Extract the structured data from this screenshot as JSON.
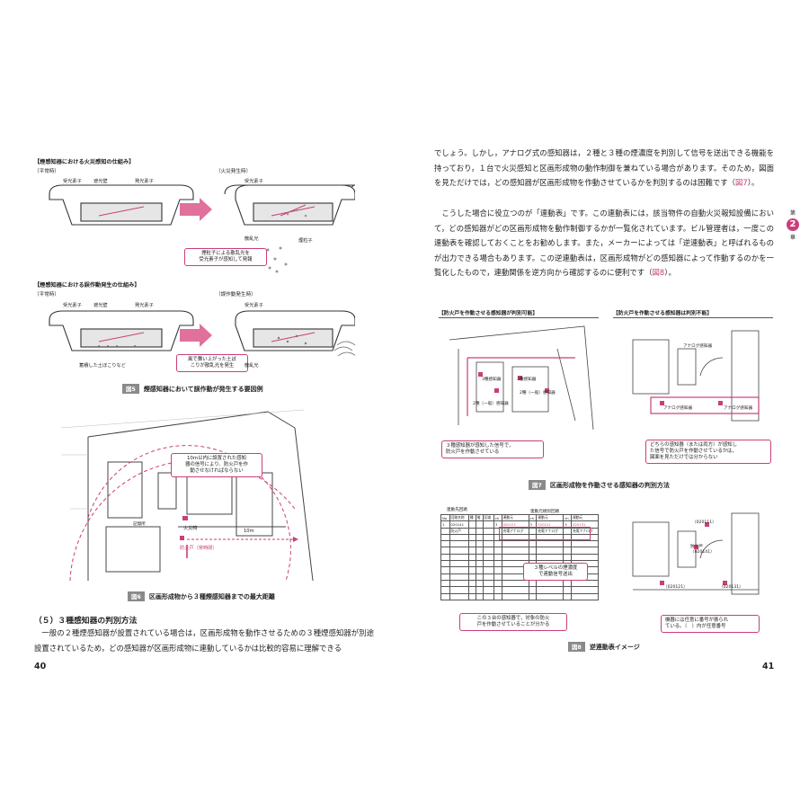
{
  "left_page": {
    "section1_title": "【煙感知器における火災感知の仕組み】",
    "normal_label": "（平常時）",
    "fire_label": "（火災発生時）",
    "labels_row1": [
      "受光素子",
      "遮光壁",
      "発光素子"
    ],
    "label_receiver": "受光素子",
    "label_scatter": "散乱光",
    "label_smoke": "煙粒子",
    "callout1": "煙粒子による散乱光を\n受光素子が感知して発報",
    "section2_title": "【煙感知器における誤作動発生の仕組み】",
    "normal_label2": "（平常時）",
    "malfunction_label": "（誤作動発生時）",
    "labels_row2": [
      "受光素子",
      "遮光壁",
      "発光素子"
    ],
    "label_receiver2": "受光素子",
    "label_dust": "蓄積した土ぼこりなど",
    "callout2": "風で舞い上がった土ぼ\nこりが散乱光を発生",
    "label_scatter2": "散乱光",
    "fig5_num": "図5",
    "fig5_title": "煙感知器において誤作動が発生する要因例",
    "callout_fig6": "10m以内に設置された感知\n器の信号により、防火戸を作\n動させなければならない",
    "fig6_fire": "火災時",
    "fig6_distance": "10m",
    "fig6_door": "防火戸（常時閉）",
    "fig6_room": "記憶所",
    "fig6_num": "図6",
    "fig6_title": "区画形成物から３種煙感知器までの最大距離",
    "heading5": "（５）３種感知器の判別方法",
    "body": "一般の２種煙感知器が設置されている場合は，区画形成物を動作させるための３種煙感知器が別途設置されているため，どの感知器が区画形成物に連動しているかは比較的容易に理解できる",
    "page_number": "40"
  },
  "right_page": {
    "paragraph1_pre": "でしょう。しかし，アナログ式の感知器は，２種と３種の煙濃度を判別して信号を送出できる機能を持っており，１台で火災感知と区画形成物の動作制御を兼ねている場合があります。そのため，図面を見ただけでは，どの感知器が区画形成物を作動させているかを判別するのは困難です（",
    "paragraph1_ref": "図7",
    "paragraph1_post": "）。",
    "paragraph2_pre": "こうした場合に役立つのが「連動表」です。この連動表には，該当物件の自動火災報知設備において，どの感知器がどの区画形成物を動作制御するかが一覧化されています。ビル管理者は，一度この連動表を確認しておくことをお勧めします。また，メーカーによっては「逆連動表」と呼ばれるものが出力できる場合もあります。この逆連動表は，区画形成物がどの感知器によって作動するのかを一覧化したもので，連動関係を逆方向から確認するのに便利です（",
    "paragraph2_ref": "図8",
    "paragraph2_post": "）。",
    "chapter_label_top": "第",
    "chapter_number": "2",
    "chapter_label_bottom": "章",
    "panel_left_title": "【防火戸を作動させる感知器が判別可能】",
    "panel_right_title": "【防火戸を作動させる感知器は判別不能】",
    "fig7_labels_left": [
      "3種感知器",
      "2種（一般）感知器",
      "3種感知器",
      "2種（一般）感知器"
    ],
    "fig7_labels_right": [
      "アナログ感知器",
      "アナログ感知器",
      "アナログ感知器"
    ],
    "callout7_left": "３種感知器が感知した信号で，\n防火戸を作動させている",
    "callout7_right": "どちらの感知器（または両方）が感知し\nた信号で防火戸を作動させているかは，\n図面を見ただけでは分からない",
    "fig7_num": "図7",
    "fig7_title": "区画形成物を作動させる感知器の判別方法",
    "table_title": "連動先回路",
    "table_caption": "連動元規別回路",
    "table_headers": [
      "No",
      "回路名称",
      "種",
      "階",
      "区域",
      "",
      "ch",
      "連動元",
      "ch",
      "連動元",
      "ch",
      "連動元"
    ],
    "table_row1": [
      "1",
      "020141",
      "",
      "",
      "",
      "",
      "3",
      "020111",
      "3",
      "020121",
      "3",
      "020131"
    ],
    "table_row2": [
      "",
      "防火戸",
      "",
      "",
      "",
      "",
      "",
      "充電アナログ",
      "",
      "充電アナログ",
      "",
      "充電アナログ"
    ],
    "callout8_table": "３種レベルの煙濃度\nで連動信号送出",
    "callout8_bottom": "この３台の感知器で，対象の防火\n戸を作動させていることが分かる",
    "fig8_plan_labels": [
      "（020111）",
      "防火戸\n（020141）",
      "（020121）",
      "（020131）"
    ],
    "callout8_right": "機器には任意に番号が振られ\nている。（　）内が任意番号",
    "fig8_num": "図8",
    "fig8_title": "逆連動表イメージ",
    "page_number": "41"
  },
  "colors": {
    "accent": "#c93f7a",
    "arrow": "#e0709c",
    "caption_bg": "#8a8a8a"
  }
}
